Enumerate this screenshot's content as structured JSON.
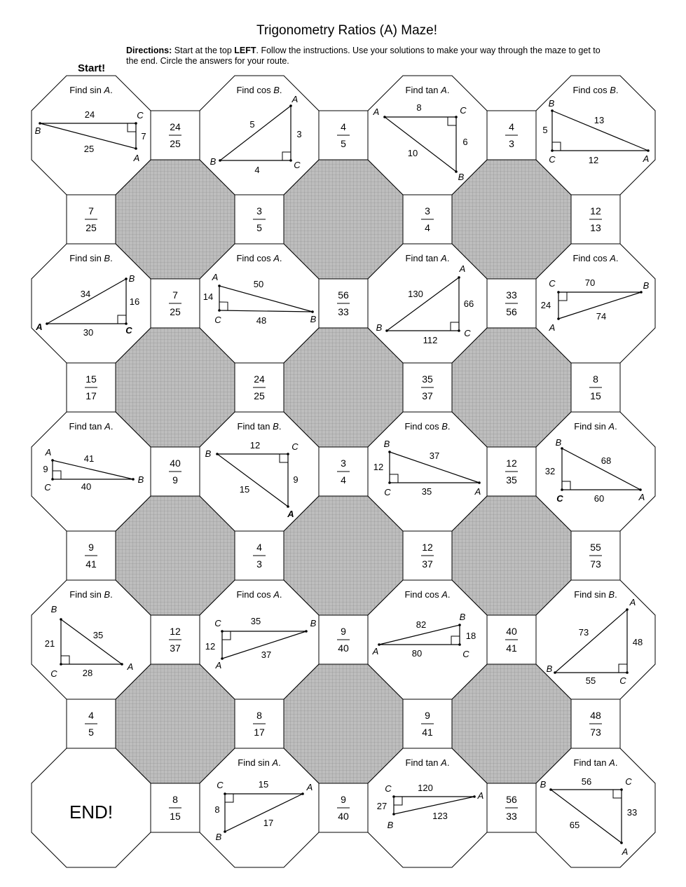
{
  "title": "Trigonometry Ratios (A) Maze!",
  "directions": {
    "label": "Directions:",
    "text1": "  Start at the top ",
    "emphasis": "LEFT",
    "text2": ".  Follow the instructions.  Use your solutions to make your way through the maze to get to the end.  Circle the answers for your route."
  },
  "start_label": "Start!",
  "end_label": "END!",
  "cells": [
    {
      "fn": "Find sin",
      "letter": "A",
      "vertices": [
        "B",
        "C",
        "A"
      ],
      "sides": [
        "24",
        "7",
        "25"
      ]
    },
    {
      "fn": "Find cos",
      "letter": "B",
      "vertices": [
        "A",
        "C",
        "B"
      ],
      "sides": [
        "5",
        "3",
        "4"
      ]
    },
    {
      "fn": "Find tan",
      "letter": "A",
      "vertices": [
        "A",
        "C",
        "B"
      ],
      "sides": [
        "8",
        "6",
        "10"
      ]
    },
    {
      "fn": "Find cos",
      "letter": "B",
      "vertices": [
        "B",
        "C",
        "A"
      ],
      "sides": [
        "5",
        "13",
        "12"
      ]
    },
    {
      "fn": "Find sin",
      "letter": "B",
      "vertices": [
        "A",
        "C",
        "B"
      ],
      "sides": [
        "34",
        "16",
        "30"
      ]
    },
    {
      "fn": "Find cos",
      "letter": "A",
      "vertices": [
        "A",
        "C",
        "B"
      ],
      "sides": [
        "50",
        "14",
        "48"
      ]
    },
    {
      "fn": "Find tan",
      "letter": "A",
      "vertices": [
        "A",
        "C",
        "B"
      ],
      "sides": [
        "130",
        "66",
        "112"
      ]
    },
    {
      "fn": "Find cos",
      "letter": "A",
      "vertices": [
        "C",
        "B",
        "A"
      ],
      "sides": [
        "70",
        "24",
        "74"
      ]
    },
    {
      "fn": "Find tan",
      "letter": "A",
      "vertices": [
        "A",
        "C",
        "B"
      ],
      "sides": [
        "41",
        "9",
        "40"
      ]
    },
    {
      "fn": "Find tan",
      "letter": "B",
      "vertices": [
        "B",
        "C",
        "A"
      ],
      "sides": [
        "12",
        "9",
        "15"
      ]
    },
    {
      "fn": "Find cos",
      "letter": "B",
      "vertices": [
        "B",
        "C",
        "A"
      ],
      "sides": [
        "37",
        "12",
        "35"
      ]
    },
    {
      "fn": "Find sin",
      "letter": "A",
      "vertices": [
        "B",
        "C",
        "A"
      ],
      "sides": [
        "68",
        "32",
        "60"
      ]
    },
    {
      "fn": "Find sin",
      "letter": "B",
      "vertices": [
        "B",
        "C",
        "A"
      ],
      "sides": [
        "35",
        "21",
        "28"
      ]
    },
    {
      "fn": "Find cos",
      "letter": "A",
      "vertices": [
        "C",
        "B",
        "A"
      ],
      "sides": [
        "35",
        "12",
        "37"
      ]
    },
    {
      "fn": "Find cos",
      "letter": "A",
      "vertices": [
        "A",
        "C",
        "B"
      ],
      "sides": [
        "82",
        "18",
        "80"
      ]
    },
    {
      "fn": "Find sin",
      "letter": "B",
      "vertices": [
        "A",
        "C",
        "B"
      ],
      "sides": [
        "73",
        "48",
        "55"
      ]
    },
    null,
    {
      "fn": "Find sin",
      "letter": "A",
      "vertices": [
        "C",
        "A",
        "B"
      ],
      "sides": [
        "15",
        "8",
        "17"
      ]
    },
    {
      "fn": "Find tan",
      "letter": "A",
      "vertices": [
        "C",
        "A",
        "B"
      ],
      "sides": [
        "120",
        "27",
        "123"
      ]
    },
    {
      "fn": "Find tan",
      "letter": "A",
      "vertices": [
        "B",
        "C",
        "A"
      ],
      "sides": [
        "56",
        "33",
        "65"
      ]
    }
  ],
  "h_squares": [
    [
      [
        "24",
        "25"
      ],
      [
        "4",
        "5"
      ],
      [
        "4",
        "3"
      ]
    ],
    [
      [
        "7",
        "25"
      ],
      [
        "56",
        "33"
      ],
      [
        "33",
        "56"
      ]
    ],
    [
      [
        "40",
        "9"
      ],
      [
        "3",
        "4"
      ],
      [
        "12",
        "35"
      ]
    ],
    [
      [
        "12",
        "37"
      ],
      [
        "9",
        "40"
      ],
      [
        "40",
        "41"
      ]
    ],
    [
      [
        "8",
        "15"
      ],
      [
        "9",
        "40"
      ],
      [
        "56",
        "33"
      ]
    ]
  ],
  "v_squares": [
    [
      [
        "7",
        "25"
      ],
      [
        "3",
        "5"
      ],
      [
        "3",
        "4"
      ],
      [
        "12",
        "13"
      ]
    ],
    [
      [
        "15",
        "17"
      ],
      [
        "24",
        "25"
      ],
      [
        "35",
        "37"
      ],
      [
        "8",
        "15"
      ]
    ],
    [
      [
        "9",
        "41"
      ],
      [
        "4",
        "3"
      ],
      [
        "12",
        "37"
      ],
      [
        "55",
        "73"
      ]
    ],
    [
      [
        "4",
        "5"
      ],
      [
        "8",
        "17"
      ],
      [
        "9",
        "41"
      ],
      [
        "48",
        "73"
      ]
    ]
  ]
}
